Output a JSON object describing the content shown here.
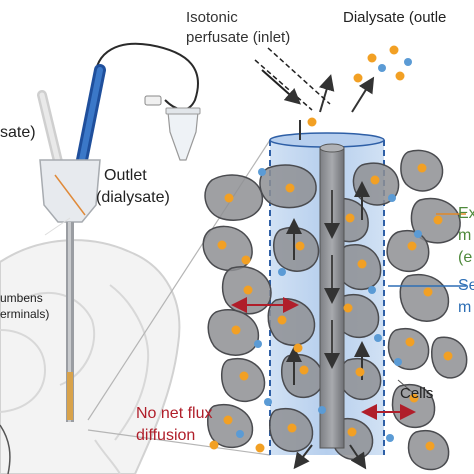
{
  "labels": {
    "perfusate_line1": "Isotonic",
    "perfusate_line2": "perfusate (inlet)",
    "dialysate_top": "Dialysate (outle",
    "outlet_line1": "Outlet",
    "outlet_line2": "(dialysate)",
    "left_partial": "sate)",
    "accumbens_line1": "umbens",
    "accumbens_line2": "erminals)",
    "flux_line1": "No net flux",
    "flux_line2": "diffusion",
    "cells": "Cells",
    "right_ex1": "Ex",
    "right_ex2": "m",
    "right_ex3": "(e",
    "right_se1": "Se",
    "right_se2": "m"
  },
  "colors": {
    "green_label": "#4f8a3c",
    "blue_label": "#2e6fb5",
    "red_label": "#b01e2a",
    "probe_blue": "#9fc0e8",
    "tissue_cell": "#8b8b8e",
    "analyte_orange": "#f2a024",
    "analyte_blue": "#5b9bd5"
  }
}
